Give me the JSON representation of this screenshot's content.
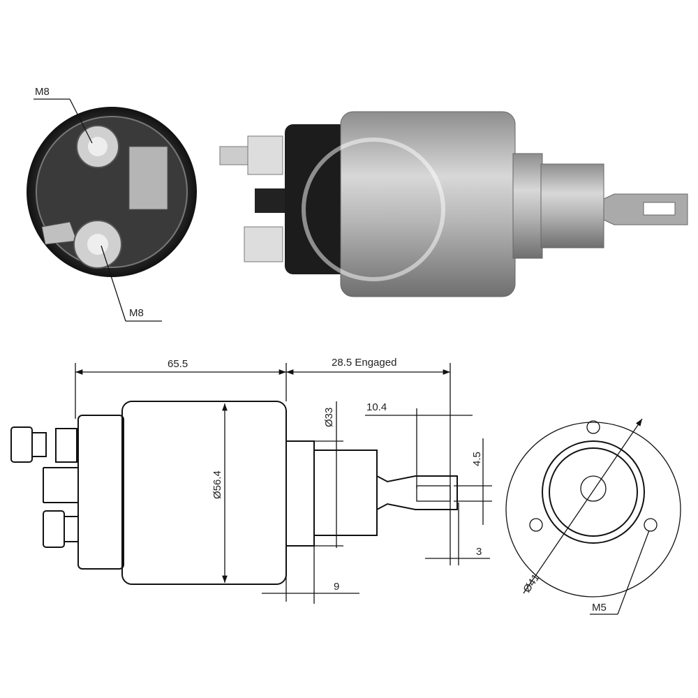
{
  "photo_end_view": {
    "label_top": "M8",
    "label_bottom": "M8"
  },
  "drawing": {
    "length_body": "65.5",
    "length_engaged": "28.5 Engaged",
    "diameter_body": "Ø56.4",
    "diameter_nose": "Ø33",
    "tab_length": "10.4",
    "tab_slot": "4.5",
    "tab_thickness": "3",
    "flange_length": "9",
    "bolt_circle": "Ø41",
    "mount_thread": "M5"
  },
  "colors": {
    "body": "#a9a9a9",
    "cap": "#1c1c1c",
    "line": "#111111"
  }
}
